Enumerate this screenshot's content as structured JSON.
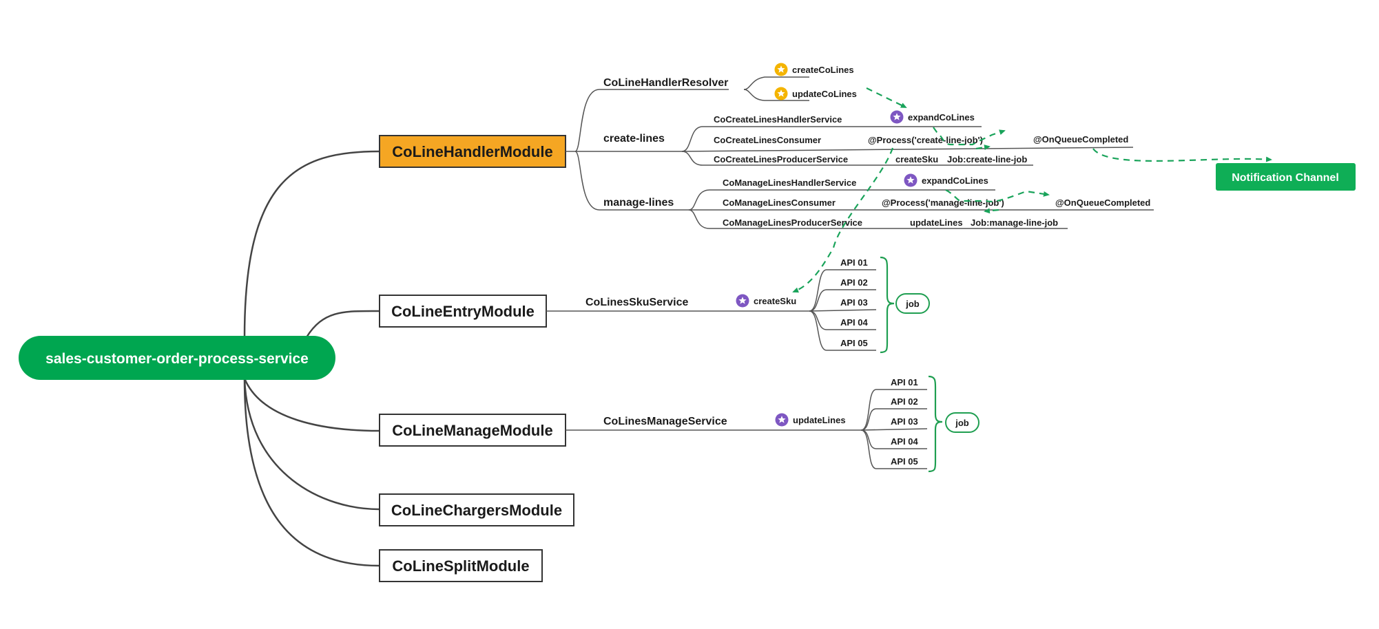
{
  "root": {
    "label": "sales-customer-order-process-service",
    "color": "#00A650"
  },
  "notification": {
    "label": "Notification Channel",
    "color": "#0FAE56"
  },
  "modules": [
    {
      "label": "CoLineHandlerModule",
      "highlight": true,
      "color": "#F5A623"
    },
    {
      "label": "CoLineEntryModule"
    },
    {
      "label": "CoLineManageModule"
    },
    {
      "label": "CoLineChargersModule"
    },
    {
      "label": "CoLineSplitModule"
    }
  ],
  "handler": {
    "resolver": {
      "label": "CoLineHandlerResolver",
      "methods": [
        "createCoLines",
        "updateCoLines"
      ]
    },
    "create_lines": {
      "label": "create-lines",
      "handler_service": "CoCreateLinesHandlerService",
      "consumer": "CoCreateLinesConsumer",
      "producer_service": "CoCreateLinesProducerService",
      "expand": "expandCoLines",
      "process": "@Process('create-line-job')",
      "queue_completed": "@OnQueueCompleted",
      "method": "createSku",
      "job": "Job:create-line-job"
    },
    "manage_lines": {
      "label": "manage-lines",
      "handler_service": "CoManageLinesHandlerService",
      "consumer": "CoManageLinesConsumer",
      "producer_service": "CoManageLinesProducerService",
      "expand": "expandCoLines",
      "process": "@Process('manage-line-job')",
      "queue_completed": "@OnQueueCompleted",
      "method": "updateLines",
      "job": "Job:manage-line-job"
    }
  },
  "entry": {
    "service": "CoLinesSkuService",
    "method": "createSku",
    "apis": [
      "API 01",
      "API 02",
      "API 03",
      "API 04",
      "API 05"
    ],
    "job": "job"
  },
  "manage": {
    "service": "CoLinesManageService",
    "method": "updateLines",
    "apis": [
      "API 01",
      "API 02",
      "API 03",
      "API 04",
      "API 05"
    ],
    "job": "job"
  },
  "colors": {
    "line": "#444444",
    "dashed_arrow": "#19A35A",
    "star_yellow": "#F4B400",
    "star_purple": "#7E57C2",
    "bracket": "#1E9E50"
  }
}
